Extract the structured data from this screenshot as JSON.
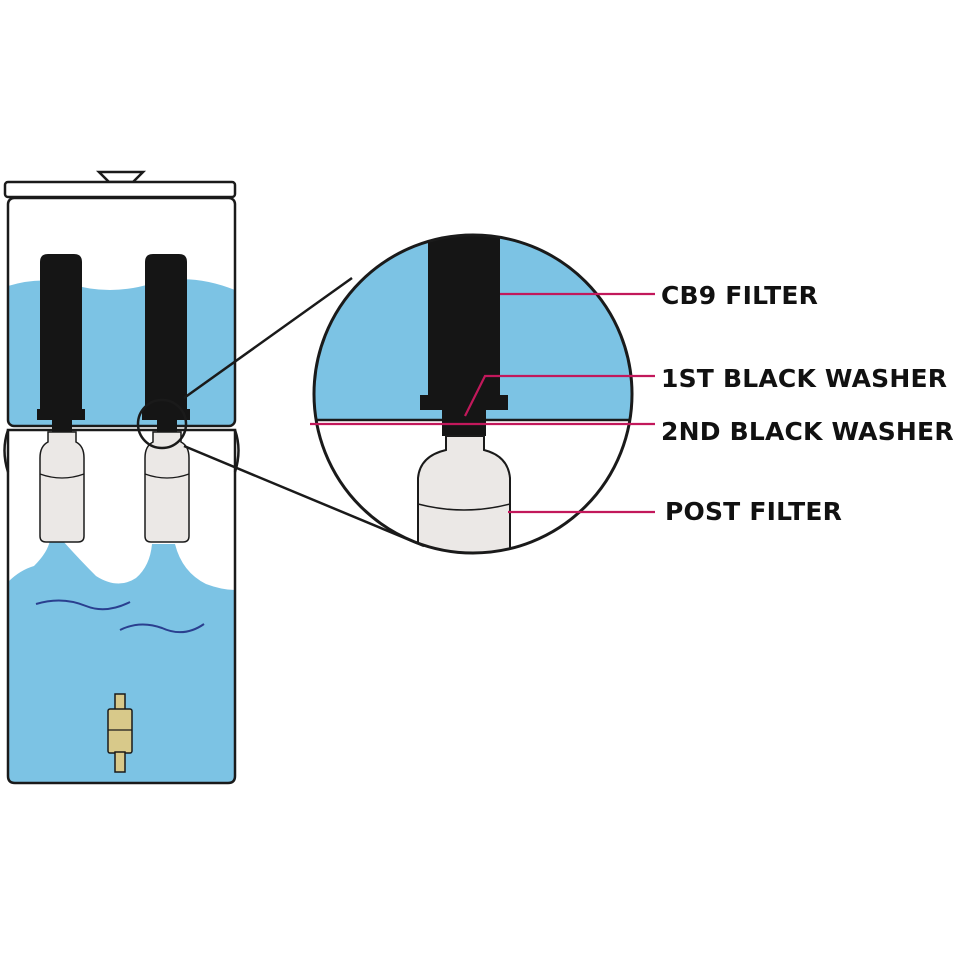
{
  "labels": {
    "cb9_filter": "CB9 FILTER",
    "first_black_washer": "1ST BLACK WASHER",
    "second_black_washer": "2ND BLACK WASHER",
    "post_filter": "POST FILTER"
  },
  "colors": {
    "water": "#7cc3e4",
    "outline": "#1a1a1a",
    "filter": "#151515",
    "post_filter": "#ebe8e6",
    "callout_line": "#c2185b",
    "spigot": "#d8c98a",
    "ripple": "#2a3f8f"
  },
  "icons": {
    "spigot": "brass-spigot-icon",
    "lid_knob": "lid-knob-icon"
  }
}
